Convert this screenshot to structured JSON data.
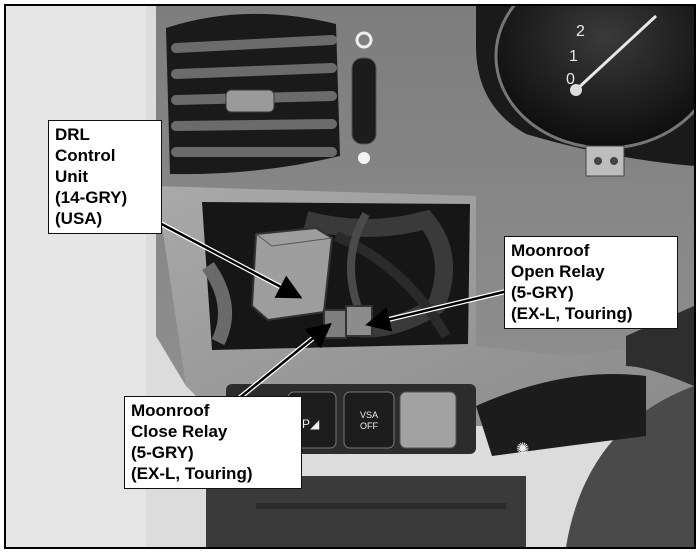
{
  "figure": {
    "scene": "dashboard-left-of-steering-column-lower-panel-removed",
    "colors": {
      "frame": "#000000",
      "callout_bg": "#ffffff",
      "callout_text": "#000000"
    }
  },
  "callouts": {
    "drl": {
      "lines": [
        "DRL",
        "Control",
        "Unit",
        "(14-GRY)",
        "(USA)"
      ]
    },
    "open_relay": {
      "lines": [
        "Moonroof",
        "Open Relay",
        "(5-GRY)",
        "(EX-L, Touring)"
      ]
    },
    "close_relay": {
      "lines": [
        "Moonroof",
        "Close Relay",
        "(5-GRY)",
        "(EX-L, Touring)"
      ]
    }
  },
  "dash_labels": {
    "vsa_line1": "VSA",
    "vsa_line2": "OFF",
    "gauge_tick_0": "0",
    "gauge_tick_1": "1",
    "gauge_tick_2": "2"
  }
}
